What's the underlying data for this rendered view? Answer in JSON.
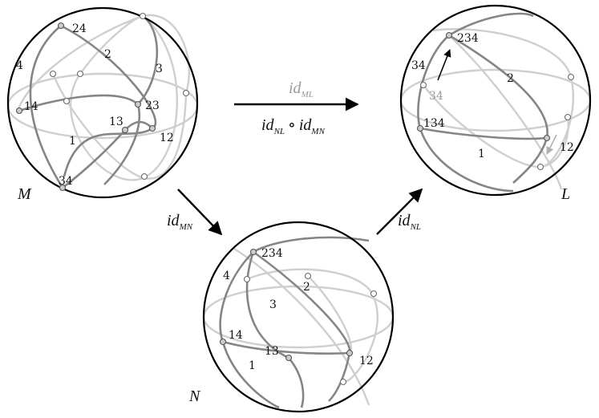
{
  "spheres": {
    "M": {
      "name": "M",
      "labels": [
        "24",
        "2",
        "4",
        "3",
        "14",
        "23",
        "13",
        "1",
        "12",
        "34"
      ]
    },
    "L": {
      "name": "L",
      "labels": [
        "234",
        "34",
        "2",
        "34",
        "134",
        "1",
        "12"
      ]
    },
    "N": {
      "name": "N",
      "labels": [
        "234",
        "4",
        "2",
        "3",
        "14",
        "13",
        "12",
        "1"
      ]
    }
  },
  "arrows": {
    "ML": {
      "main": "id",
      "sub": "ML"
    },
    "composite": {
      "a": "id",
      "a_sub": "NL",
      "op": "∘",
      "b": "id",
      "b_sub": "MN"
    },
    "MN": {
      "main": "id",
      "sub": "MN"
    },
    "NL": {
      "main": "id",
      "sub": "NL"
    }
  },
  "colors": {
    "outline": "#000000",
    "dark_circle": "#858585",
    "light_circle": "#cfcfcf",
    "grey_label": "#9a9a9a"
  }
}
